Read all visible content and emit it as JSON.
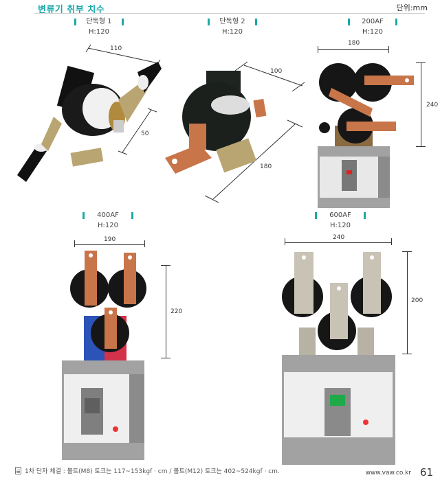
{
  "header": {
    "title": "변류기 취부 치수",
    "unit": "단위:mm"
  },
  "items": [
    {
      "name": "단독형 1",
      "height": "H:120",
      "dims": [
        "110",
        "50"
      ]
    },
    {
      "name": "단독형 2",
      "height": "H:120",
      "dims": [
        "100",
        "180"
      ]
    },
    {
      "name": "200AF",
      "height": "H:120",
      "dims": [
        "180",
        "240"
      ]
    },
    {
      "name": "400AF",
      "height": "H:120",
      "dims": [
        "190",
        "220"
      ]
    },
    {
      "name": "600AF",
      "height": "H:120",
      "dims": [
        "240",
        "200"
      ]
    }
  ],
  "footer": {
    "note": "1차 단자 체결 : 볼트(M8) 토크는 117~153kgf · cm  / 볼트(M12) 토크는 402~524kgf · cm.",
    "website": "www.vaw.co.kr",
    "page_number": "61"
  },
  "colors": {
    "accent": "#1aa8a8",
    "copper": "#c8754a",
    "ct_body": "#1c1c1c",
    "breaker_gray": "#8a8a8a"
  }
}
